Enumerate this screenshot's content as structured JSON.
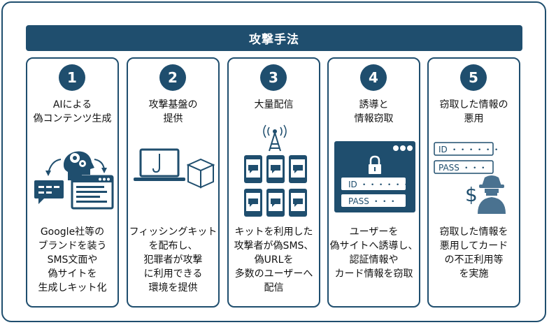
{
  "banner_title": "攻撃手法",
  "colors": {
    "navy": "#1f4e6e",
    "navy_light": "#4a7290",
    "white": "#ffffff"
  },
  "cards": [
    {
      "number": "1",
      "title": "AIによる\n偽コンテンツ生成",
      "desc": "Google社等の\nブランドを装う\nSMS文面や\n偽サイトを\n生成しキット化",
      "icon": "ai-head-gears-icon"
    },
    {
      "number": "2",
      "title": "攻撃基盤の\n提供",
      "desc": "フィッシングキット\nを配布し、\n犯罪者が攻撃\nに利用できる\n環境を提供",
      "icon": "laptop-hook-package-icon"
    },
    {
      "number": "3",
      "title": "大量配信",
      "desc": "キットを利用した\n攻撃者が偽SMS、\n偽URLを\n多数のユーザーへ\n配信",
      "icon": "antenna-phones-icon"
    },
    {
      "number": "4",
      "title": "誘導と\n情報窃取",
      "desc": "ユーザーを\n偽サイトへ誘導し、\n認証情報や\nカード情報を窃取",
      "icon": "login-window-icon",
      "fields": [
        "ID ・・・・・・",
        "PASS ・・・"
      ]
    },
    {
      "number": "5",
      "title": "窃取した情報の\n悪用",
      "desc": "窃取した情報を\n悪用してカード\nの不正利用等\nを実施",
      "icon": "hacker-dollar-icon",
      "fields": [
        "ID ・・・・・・",
        "PASS ・・・"
      ]
    }
  ]
}
